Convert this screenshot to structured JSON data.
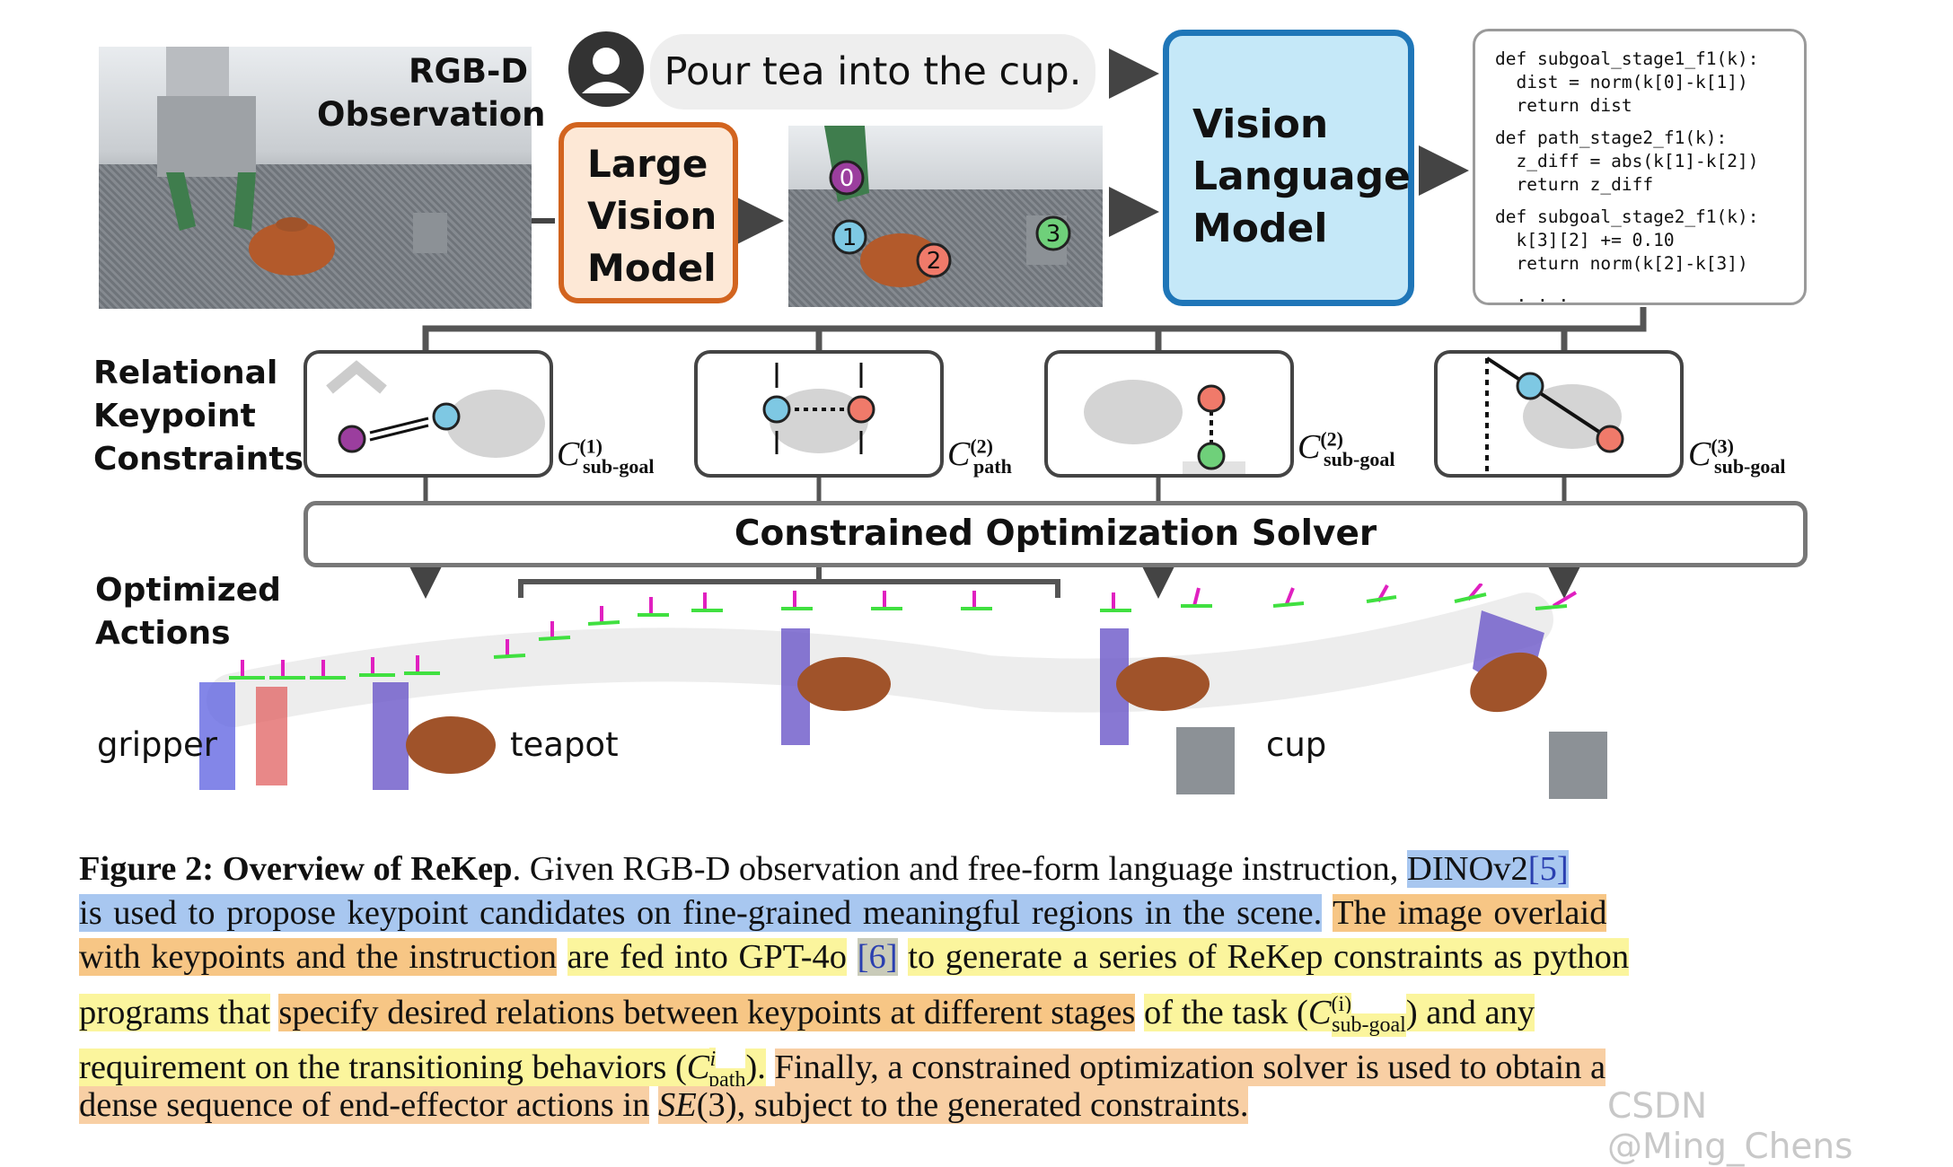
{
  "figure": {
    "rgbd_label_line1": "RGB-D",
    "rgbd_label_line2": "Observation",
    "instruction": "Pour tea into the cup.",
    "lvm_line1": "Large",
    "lvm_line2": "Vision",
    "lvm_line3": "Model",
    "vlm_line1": "Vision",
    "vlm_line2": "Language",
    "vlm_line3": "Model",
    "keypoints": [
      "0",
      "1",
      "2",
      "3"
    ],
    "code_lines": [
      "def subgoal_stage1_f1(k):",
      "  dist = norm(k[0]-k[1])",
      "  return dist",
      "",
      "def path_stage2_f1(k):",
      "  z_diff = abs(k[1]-k[2])",
      "  return z_diff",
      "",
      "def subgoal_stage2_f1(k):",
      "  k[3][2] += 0.10",
      "  return norm(k[2]-k[3])",
      "",
      "  . . ."
    ],
    "constraints_label_line1": "Relational",
    "constraints_label_line2": "Keypoint",
    "constraints_label_line3": "Constraints",
    "constraints": [
      {
        "symbol": "C",
        "sup": "(1)",
        "sub": "sub-goal"
      },
      {
        "symbol": "C",
        "sup": "(2)",
        "sub": "path"
      },
      {
        "symbol": "C",
        "sup": "(2)",
        "sub": "sub-goal"
      },
      {
        "symbol": "C",
        "sup": "(3)",
        "sub": "sub-goal"
      }
    ],
    "solver_label": "Constrained Optimization Solver",
    "actions_label_line1": "Optimized",
    "actions_label_line2": "Actions",
    "object_gripper": "gripper",
    "object_teapot": "teapot",
    "object_cup": "cup"
  },
  "caption": {
    "figure_label": "Figure 2:",
    "figure_title": "Overview of ReKep",
    "l1_text": ". Given RGB-D observation and free-form language instruction,",
    "l1_dino": "DINOv2",
    "l1_ref": "[5]",
    "l2_blue": "is used to propose keypoint candidates on fine-grained meaningful regions in the scene.",
    "l2_orange": "The image overlaid",
    "l3_orange": "with keypoints and the instruction",
    "l3_a": "are fed into GPT-4o",
    "l3_ref": "[6]",
    "l3_b": "to generate a series of ReKep constraints as python",
    "l4_a": "programs that",
    "l4_orange": "specify desired relations between keypoints at different stages",
    "l4_b": "of the task (",
    "l4_sup": "(i)",
    "l4_sub": "sub-goal",
    "l4_c": ") and any",
    "l5_a": "requirement on the transitioning behaviors (",
    "l5_sup": "i",
    "l5_sub": "path",
    "l5_b": ").",
    "l5_salmon": "Finally, a constrained optimization solver is used to obtain a",
    "l6_a": "dense sequence of end-effector actions in",
    "l6_math": "SE",
    "l6_paren": "(3)",
    "l6_b": ", subject to the generated constraints."
  },
  "watermark": "CSDN @Ming_Chens",
  "colors": {
    "lvm_border": "#d2641f",
    "lvm_fill": "#fde8d6",
    "vlm_border": "#1f76b8",
    "vlm_fill": "#c5e8f8",
    "kp0": "#9b3e9e",
    "kp1": "#7ec8e3",
    "kp2": "#f07a6a",
    "kp3": "#6fd07a",
    "highlight_blue": "#a8c7f0",
    "highlight_orange": "#f7c685",
    "highlight_yellow": "#fbf59d",
    "highlight_salmon": "#f8cfa4"
  }
}
